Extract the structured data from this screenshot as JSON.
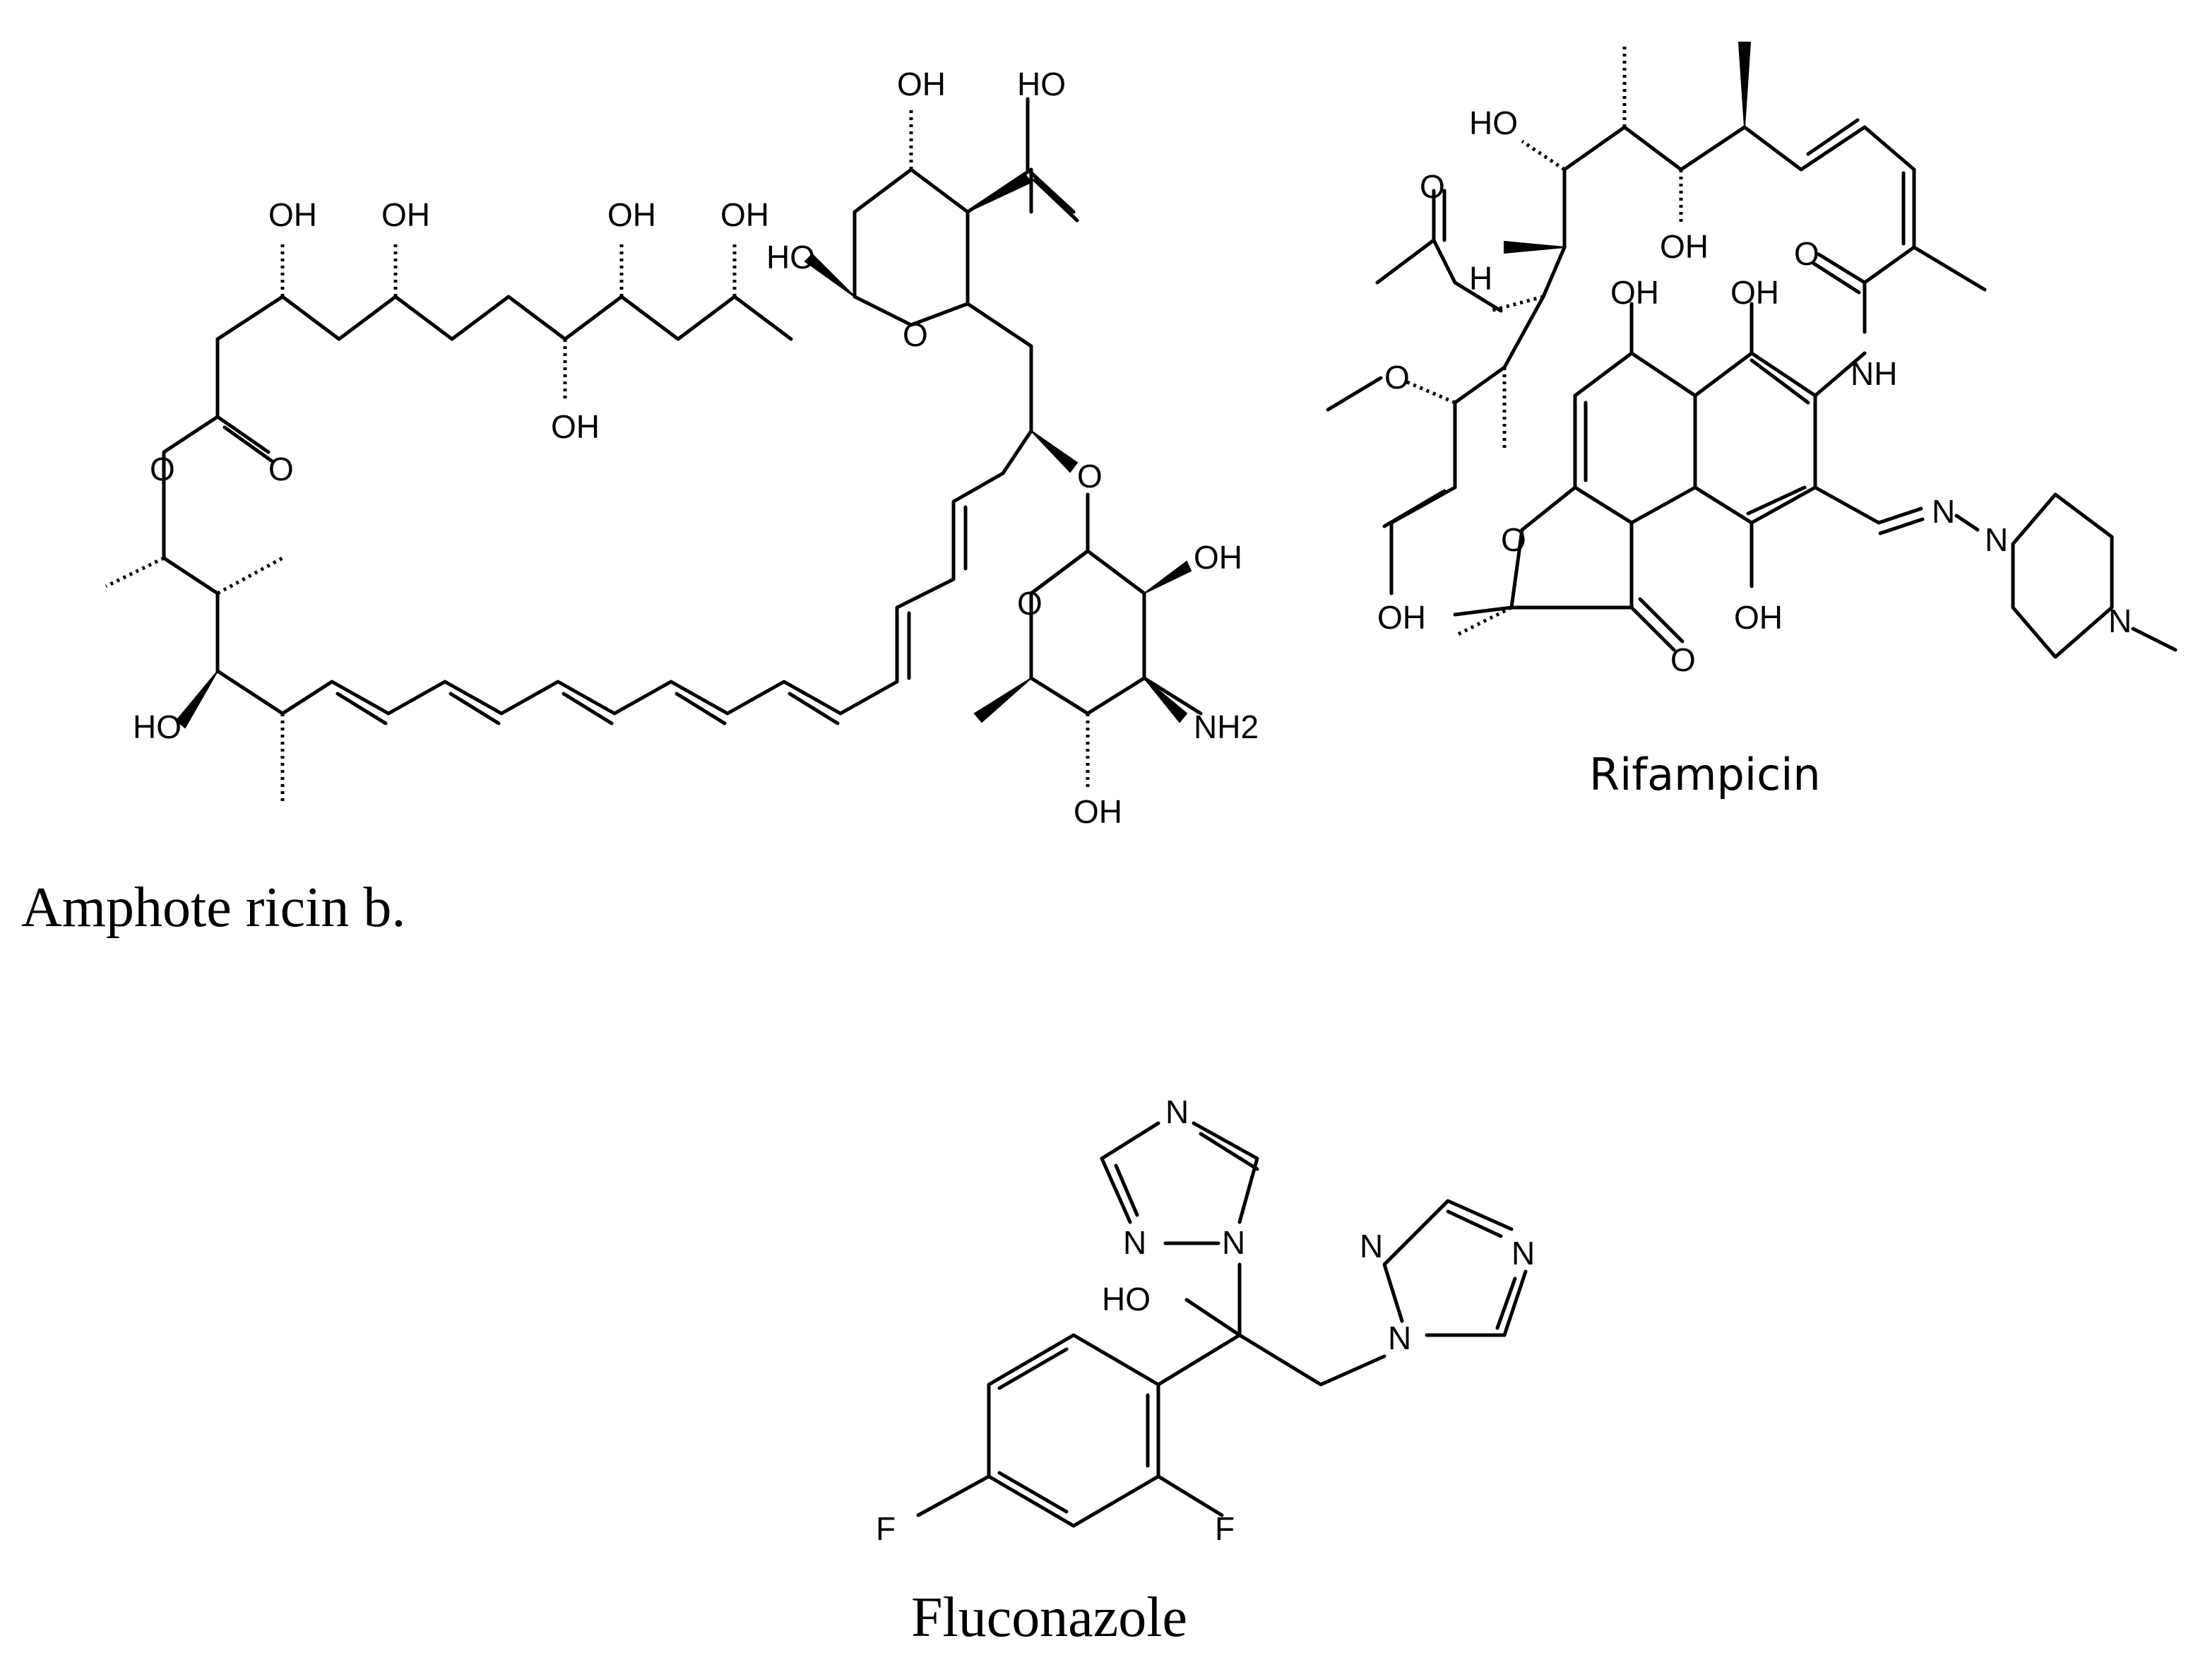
{
  "molecules": [
    {
      "caption": "Amphote ricin b.",
      "labels": [
        "OH",
        "OH",
        "OH",
        "OH",
        "OH",
        "OH",
        "HO",
        "O",
        "O",
        "O",
        "HO",
        "O",
        "O",
        "OH",
        "NH2",
        "OH",
        "HO"
      ]
    },
    {
      "caption": "Rifampicin",
      "labels": [
        "HO",
        "O",
        "OH",
        "OH",
        "OH",
        "O",
        "NH",
        "O",
        "O",
        "OH",
        "OH",
        "O",
        "N",
        "N",
        "N",
        "H"
      ]
    },
    {
      "caption": "Fluconazole",
      "labels": [
        "N",
        "N",
        "N",
        "HO",
        "N",
        "N",
        "N",
        "F",
        "F"
      ]
    }
  ]
}
